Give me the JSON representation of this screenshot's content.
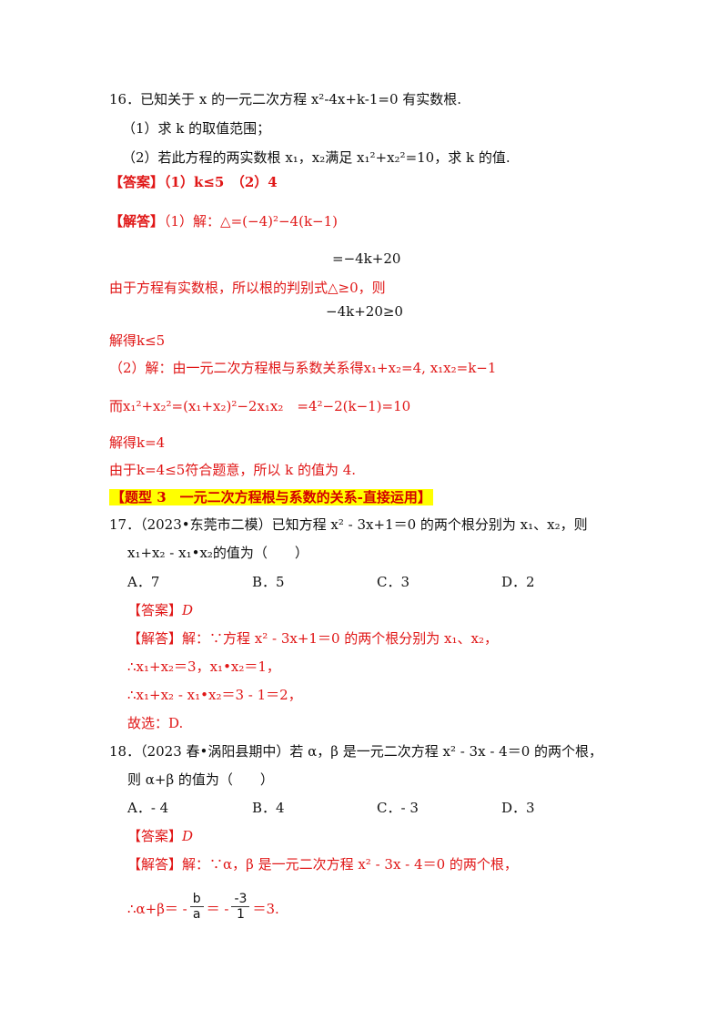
{
  "q16": {
    "stem": "16．已知关于 x 的一元二次方程 x²-4x+k-1=0 有实数根.",
    "part1": "（1）求 k 的取值范围；",
    "part2": "（2）若此方程的两实数根 x₁，x₂满足 x₁²+x₂²=10，求 k 的值.",
    "answer_tag": "【答案】",
    "answer_body": "（1）k≤5　（2）4",
    "analysis_tag": "【解答】",
    "analysis_l1": "（1）解：△=(−4)²−4(k−1)",
    "analysis_l2": "=−4k+20",
    "analysis_l3": "由于方程有实数根，所以根的判别式△≥0，则",
    "analysis_l4": "−4k+20≥0",
    "analysis_l5": "解得k≤5",
    "analysis_l6": "（2）解：由一元二次方程根与系数关系得x₁+x₂=4, x₁x₂=k−1",
    "analysis_l7": "而x₁²+x₂²=(x₁+x₂)²−2x₁x₂　=4²−2(k−1)=10",
    "analysis_l8": "解得k=4",
    "analysis_l9": "由于k=4≤5符合题意，所以 k 的值为 4."
  },
  "section_heading": "【题型 3　一元二次方程根与系数的关系-直接运用】",
  "q17": {
    "stem_l1": "17．（2023•东莞市二模）已知方程 x² - 3x+1＝0 的两个根分别为 x₁、x₂，则",
    "stem_l2": "x₁+x₂ - x₁•x₂的值为（　　）",
    "options": [
      "A．7",
      "B．5",
      "C．3",
      "D．2"
    ],
    "answer_tag": "【答案】",
    "answer_body": "D",
    "analysis_l1": "【解答】解：∵方程 x² - 3x+1＝0 的两个根分别为 x₁、x₂，",
    "analysis_l2": "∴x₁+x₂＝3，x₁•x₂＝1，",
    "analysis_l3": "∴x₁+x₂ - x₁•x₂＝3 - 1＝2，",
    "analysis_l4": "故选：D."
  },
  "q18": {
    "stem_l1": "18．（2023 春•涡阳县期中）若 α，β 是一元二次方程 x² - 3x - 4＝0 的两个根，",
    "stem_l2": "则 α+β 的值为（　　）",
    "options": [
      "A．- 4",
      "B．4",
      "C．- 3",
      "D．3"
    ],
    "answer_tag": "【答案】",
    "answer_body": "D",
    "analysis_l1": "【解答】解：∵α，β 是一元二次方程 x² - 3x - 4＝0 的两个根，",
    "analysis_prefix": "∴α+β＝ -",
    "frac1_num": "b",
    "frac1_den": "a",
    "analysis_mid": "＝ -",
    "frac2_num": "-3",
    "frac2_den": "1",
    "analysis_suffix": "＝3."
  },
  "colors": {
    "answer": "#e01616",
    "highlight": "#ffff00"
  }
}
